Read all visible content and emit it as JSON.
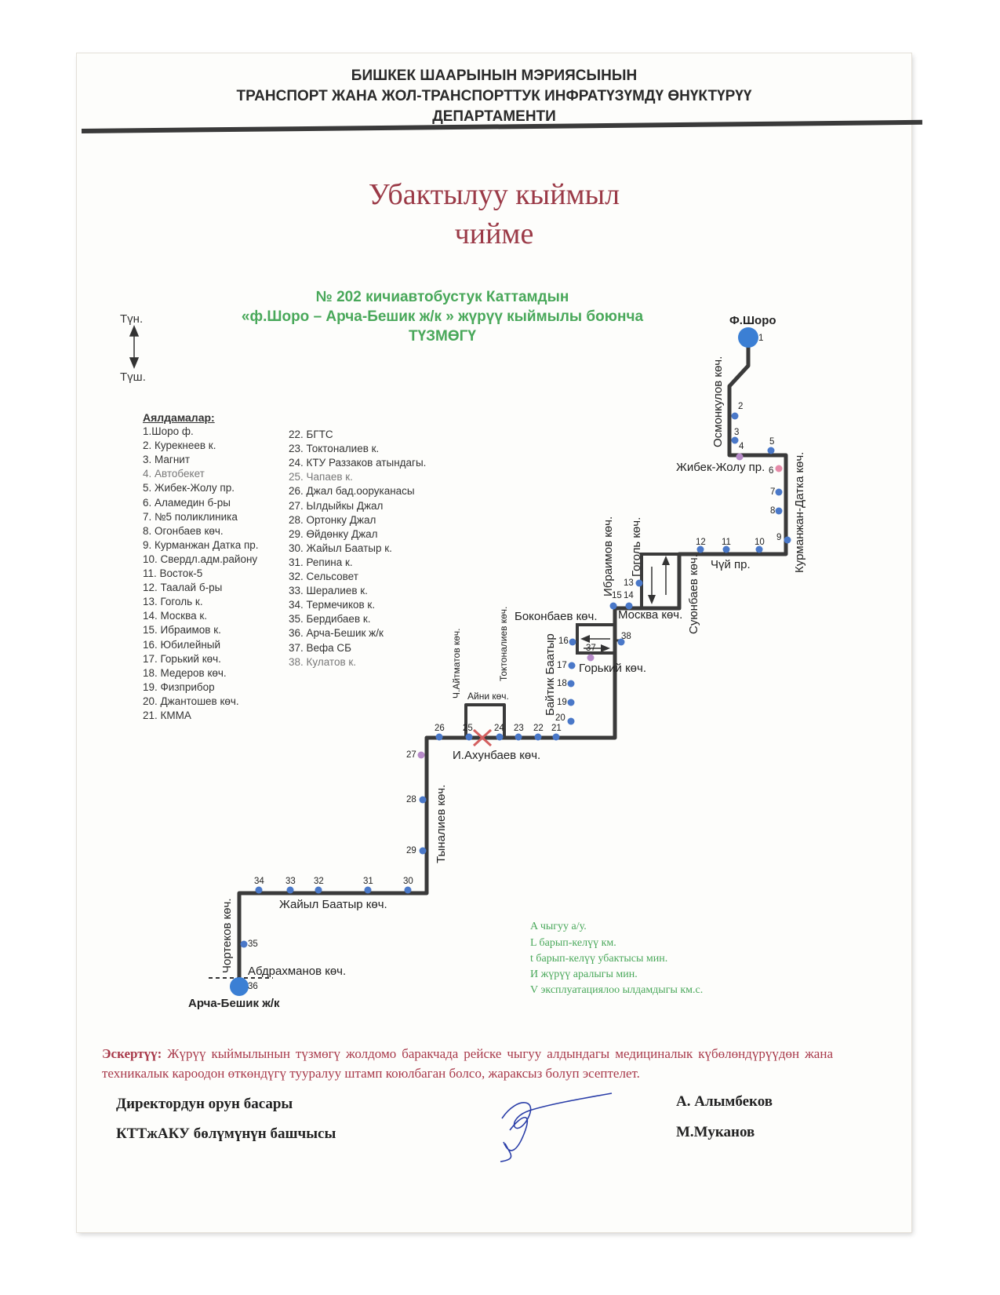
{
  "header": {
    "line1": "БИШКЕК ШААРЫНЫН МЭРИЯСЫНЫН",
    "line2": "ТРАНСПОРТ ЖАНА ЖОЛ-ТРАНСПОРТТУК ИНФРАТҮЗҮМДҮ ӨНҮКТҮРҮҮ",
    "line3": "ДЕПАРТАМЕНТИ"
  },
  "title": {
    "line1": "Убактылуу кыймыл",
    "line2": "чийме"
  },
  "subtitle": {
    "line1": "№ 202  кичиавтобустук Каттамдын",
    "line2": "«ф.Шоро – Арча-Бешик ж/к » жүрүү кыймылы боюнча",
    "line3": "ТҮЗМӨГҮ"
  },
  "compass": {
    "north": "Түн.",
    "south": "Түш."
  },
  "stops_heading": "Аялдамалар:",
  "stops_col1": [
    "1.Шоро ф.",
    "2. Курекнеев к.",
    "3. Магнит",
    "4. Автобекет",
    "5. Жибек-Жолу пр.",
    "6. Аламедин б-ры",
    "7. №5 поликлиника",
    "8. Огонбаев көч.",
    "9. Курманжан Датка пр.",
    "10. Свердл.адм.району",
    "11. Восток-5",
    "12. Таалай б-ры",
    "13. Гоголь к.",
    "14. Москва к.",
    "15. Ибраимов к.",
    "16. Юбилейный",
    "17. Горький көч.",
    "18. Медеров көч.",
    "19. Физприбор",
    "20. Джантошев көч.",
    "21. КММА"
  ],
  "stops_col2": [
    "22. БГТС",
    "23. Токтоналиев к.",
    "24. КТУ Раззаков атындагы.",
    "25. Чапаев к.",
    "26. Джал бад.ооруканасы",
    "27. Ылдыйкы Джал",
    "28. Ортонку Джал",
    "29. Өйдөнку Джал",
    "30. Жайыл Баатыр к.",
    "31. Репина к.",
    "32. Сельсовет",
    "33. Шералиев к.",
    "34. Термечиков к.",
    "35. Бердибаев к.",
    "36. Арча-Бешик ж/к",
    "37. Вефа СБ",
    "38. Кулатов к."
  ],
  "map": {
    "terminal_start": "Ф.Шоро",
    "terminal_end": "Арча-Бешик ж/к",
    "streets": {
      "osmonkulov": "Осмонкулов көч.",
      "jibek_jolu": "Жибек-Жолу пр.",
      "kurmanjan": "Курманжан-Датка көч.",
      "chuy": "Чүй пр.",
      "gogol": "Гоголь көч.",
      "suyunbaev": "Суюнбаев көч.",
      "ibraimov": "Ибраимов көч.",
      "moskva": "Москва көч.",
      "bokonbaev": "Боконбаев көч.",
      "gorkiy": "Горький көч.",
      "baytik": "Байтик Баатыр",
      "toktonaliev": "Токтоналиев көч.",
      "aitmatov": "Ч.Айтматов көч.",
      "ainy": "Айни көч.",
      "akhunbaev": "И.Ахунбаев көч.",
      "tynaliev": "Тыналиев көч.",
      "jayil": "Жайыл Баатыр көч.",
      "chortekov": "Чортеков көч.",
      "abdrakhmanov": "Абдрахманов көч."
    },
    "colors": {
      "route": "#3a3a3a",
      "stop": "#4a78c8",
      "stop_alt": "#b68ac8",
      "closure": "#d46060",
      "terminal": "#3b7fd4"
    }
  },
  "legend": {
    "a": "A чыгуу          а/у.",
    "l": "L барып-келүү          км.",
    "t": "t барып-келүү убактысы                мин.",
    "i": "И жүрүү аралыгы           мин.",
    "v": "V эксплуатациялоо ылдамдыгы       км.с."
  },
  "note": {
    "label": "Эскертүү:",
    "text": " Жүрүү кыймылынын түзмөгү жолдомо баракчада рейске чыгуу алдындагы медициналык күбөлөндүрүүдөн жана техникалык кароодон өткөндүгү тууралуу штамп коюлбаган болсо, жараксыз болуп эсептелет."
  },
  "signatures": {
    "pos1": "Директордун орун басары",
    "name1": "А. Алымбеков",
    "pos2": "КТТжАКУ  бөлүмүнүн башчысы",
    "name2": "М.Муканов"
  }
}
